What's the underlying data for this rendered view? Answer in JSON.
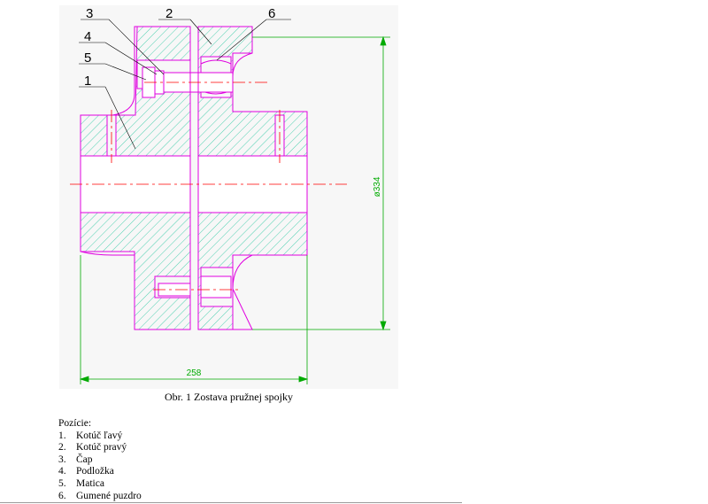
{
  "drawing": {
    "callouts": [
      {
        "label": "3"
      },
      {
        "label": "2"
      },
      {
        "label": "6"
      },
      {
        "label": "4"
      },
      {
        "label": "5"
      },
      {
        "label": "1"
      }
    ],
    "dimensions": {
      "diameter": "ø334",
      "width": "258"
    },
    "colors": {
      "outline": "#e000e0",
      "hatch": "#4fd0b0",
      "dimension": "#00aa00",
      "centerline": "#ff0000",
      "callout": "#000000"
    }
  },
  "caption": "Obr. 1 Zostava pružnej spojky",
  "parts": {
    "title": "Pozície:",
    "items": [
      {
        "num": "1.",
        "label": "Kotúč ľavý"
      },
      {
        "num": "2.",
        "label": "Kotúč pravý"
      },
      {
        "num": "3.",
        "label": "Čap"
      },
      {
        "num": "4.",
        "label": "Podložka"
      },
      {
        "num": "5.",
        "label": "Matica"
      },
      {
        "num": "6.",
        "label": "Gumené puzdro"
      }
    ]
  }
}
